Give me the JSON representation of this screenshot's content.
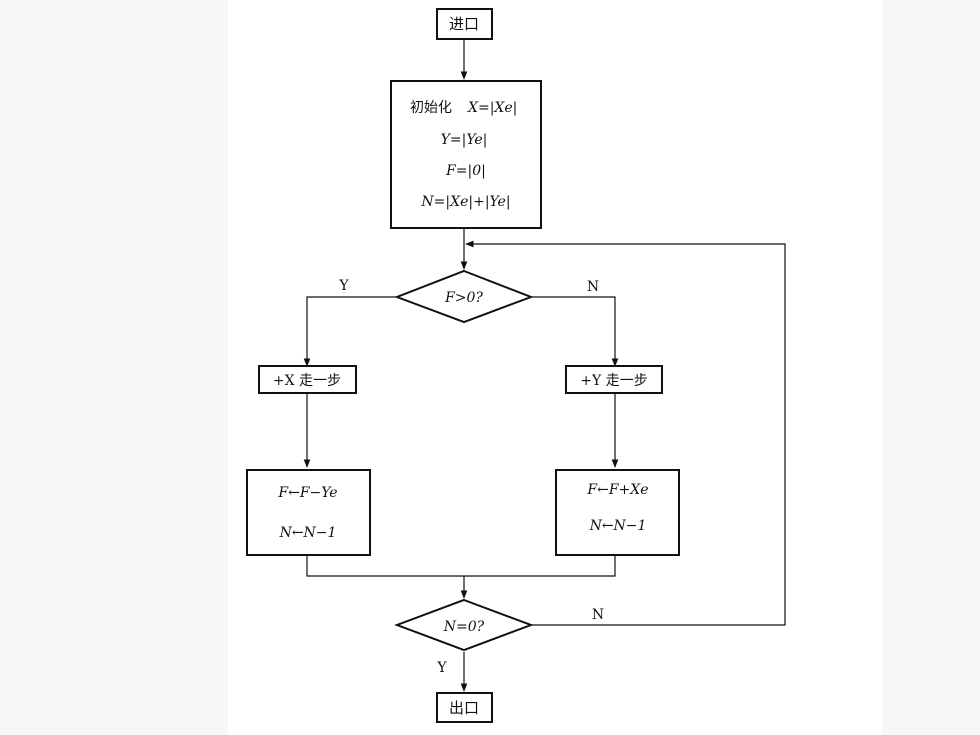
{
  "start": {
    "label": "进口"
  },
  "init": {
    "prefix": "初始化",
    "line1": "X=|Xe|",
    "line2": "Y=|Ye|",
    "line3": "F=|0|",
    "line4": "N=|Xe|+|Ye|"
  },
  "decision1": {
    "label": "F>0?",
    "yes": "Y",
    "no": "N"
  },
  "step_x": {
    "label": "+X 走一步"
  },
  "step_y": {
    "label": "+Y 走一步"
  },
  "update_left": {
    "line1": "F←F−Ye",
    "line2": "N←N−1"
  },
  "update_right": {
    "line1": "F←F+Xe",
    "line2": "N←N−1"
  },
  "decision2": {
    "label": "N=0?",
    "yes": "Y",
    "no": "N"
  },
  "end": {
    "label": "出口"
  }
}
